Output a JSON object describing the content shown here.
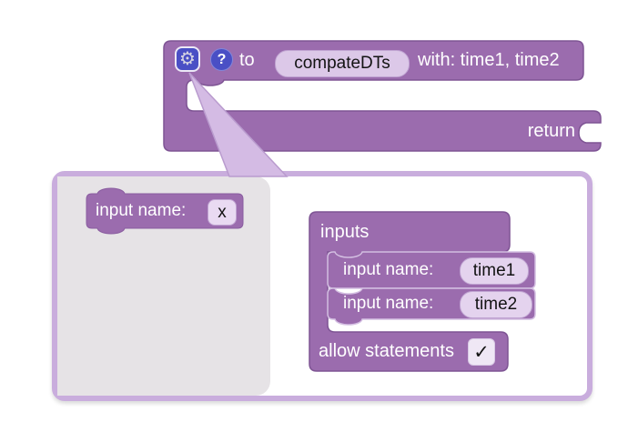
{
  "procedure_block": {
    "prefix_label": "to",
    "name_value": "compateDTs",
    "params_label": "with: time1, time2",
    "return_label": "return",
    "gear_icon": "⚙",
    "help_icon": "?"
  },
  "mutator": {
    "flyout_block": {
      "label": "input name:",
      "value": "x"
    },
    "container": {
      "label": "inputs",
      "allow_label": "allow statements",
      "checkbox_glyph": "✓",
      "checked": true
    },
    "inputs": [
      {
        "label": "input name:",
        "value": "time1"
      },
      {
        "label": "input name:",
        "value": "time2"
      }
    ]
  },
  "colors": {
    "block_purple": "#9b6cae",
    "block_border": "#7e5494",
    "child_outline": "#d4bfe2",
    "field_bg": "#dcc8e8",
    "icon_indigo": "#4a4fc5",
    "dialog_border": "#c9addd",
    "flyout_gray": "#e6e3e6",
    "wedge_fill": "#d4bbe4"
  }
}
